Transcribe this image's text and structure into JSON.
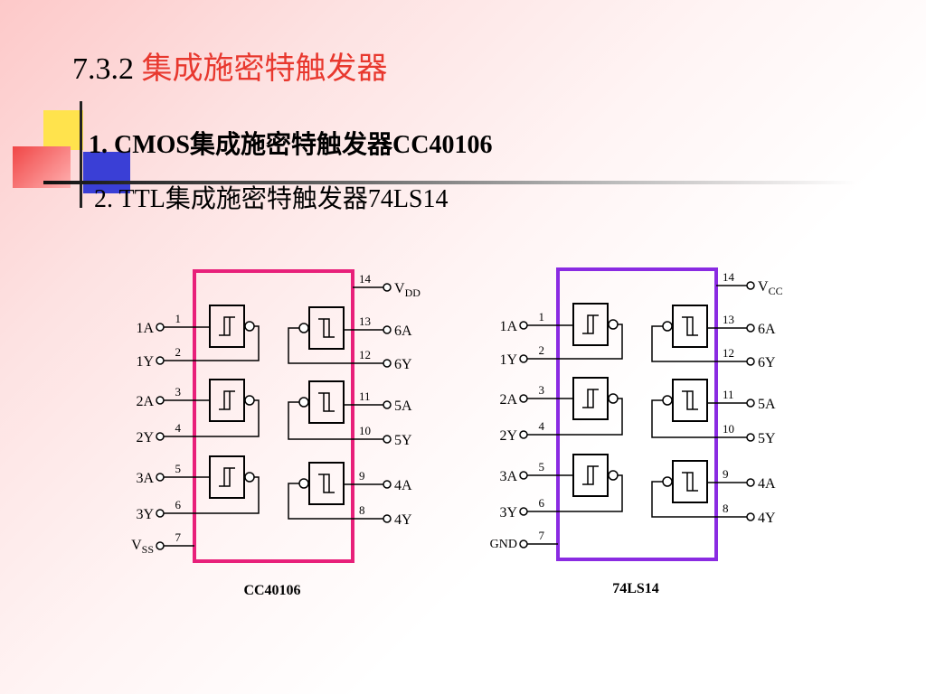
{
  "title": {
    "num": "7.3.2",
    "text": "集成施密特触发器"
  },
  "items": [
    {
      "prefix": "1. CMOS",
      "cn": "集成施密特触发器",
      "suffix": "CC40106"
    },
    {
      "prefix": "2. TTL",
      "cn": "集成施密特触发器",
      "suffix": "74LS14"
    }
  ],
  "chips": [
    {
      "caption": "CC40106",
      "box_color": "#e8207a",
      "left_pins": [
        {
          "name": "1A",
          "num": "1"
        },
        {
          "name": "1Y",
          "num": "2"
        },
        {
          "name": "2A",
          "num": "3"
        },
        {
          "name": "2Y",
          "num": "4"
        },
        {
          "name": "3A",
          "num": "5"
        },
        {
          "name": "3Y",
          "num": "6"
        }
      ],
      "gnd_pin": {
        "name": "V",
        "sub": "SS",
        "num": "7"
      },
      "vcc_pin": {
        "name": "V",
        "sub": "DD",
        "num": "14"
      },
      "right_pins": [
        {
          "name": "6A",
          "num": "13"
        },
        {
          "name": "6Y",
          "num": "12"
        },
        {
          "name": "5A",
          "num": "11"
        },
        {
          "name": "5Y",
          "num": "10"
        },
        {
          "name": "4A",
          "num": "9"
        },
        {
          "name": "4Y",
          "num": "8"
        }
      ]
    },
    {
      "caption": "74LS14",
      "box_color": "#8a2be2",
      "left_pins": [
        {
          "name": "1A",
          "num": "1"
        },
        {
          "name": "1Y",
          "num": "2"
        },
        {
          "name": "2A",
          "num": "3"
        },
        {
          "name": "2Y",
          "num": "4"
        },
        {
          "name": "3A",
          "num": "5"
        },
        {
          "name": "3Y",
          "num": "6"
        }
      ],
      "gnd_pin": {
        "name": "GND",
        "sub": "",
        "num": "7"
      },
      "vcc_pin": {
        "name": "V",
        "sub": "CC",
        "num": "14"
      },
      "right_pins": [
        {
          "name": "6A",
          "num": "13"
        },
        {
          "name": "6Y",
          "num": "12"
        },
        {
          "name": "5A",
          "num": "11"
        },
        {
          "name": "5Y",
          "num": "10"
        },
        {
          "name": "4A",
          "num": "9"
        },
        {
          "name": "4Y",
          "num": "8"
        }
      ]
    }
  ]
}
